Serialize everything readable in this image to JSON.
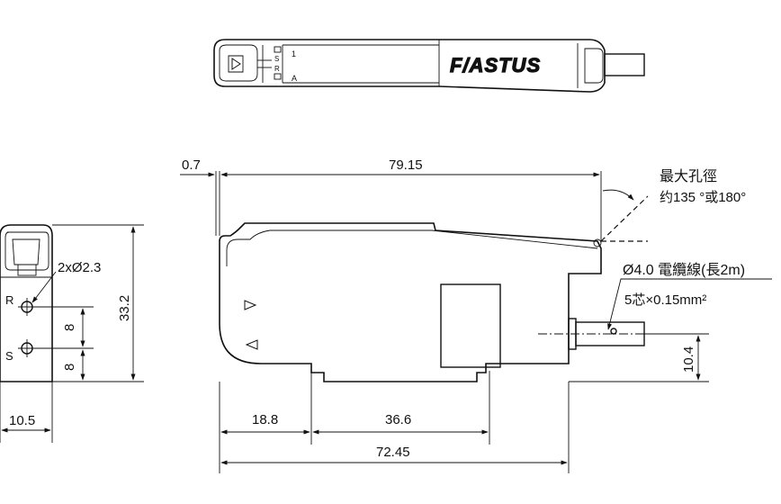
{
  "top_view": {
    "logo": "F/ASTUS",
    "marks": [
      "S",
      "R",
      "1",
      "A"
    ]
  },
  "dimensions": {
    "offset": "0.7",
    "overall_length": "79.15",
    "height": "33.2",
    "rail_offset": "18.8",
    "rail_width": "36.6",
    "base_length": "72.45",
    "cable_height": "10.4",
    "side_width": "10.5",
    "hole_pitch_1": "8",
    "hole_pitch_2": "8"
  },
  "callouts": {
    "max_hole_diameter_title": "最大孔徑",
    "max_hole_diameter_value": "约135 °或180°",
    "cable": "Ø4.0 電纜線(長2m)",
    "cable_spec": "5芯×0.15mm²",
    "holes": "2xØ2.3",
    "hole_r": "R",
    "hole_s": "S"
  }
}
